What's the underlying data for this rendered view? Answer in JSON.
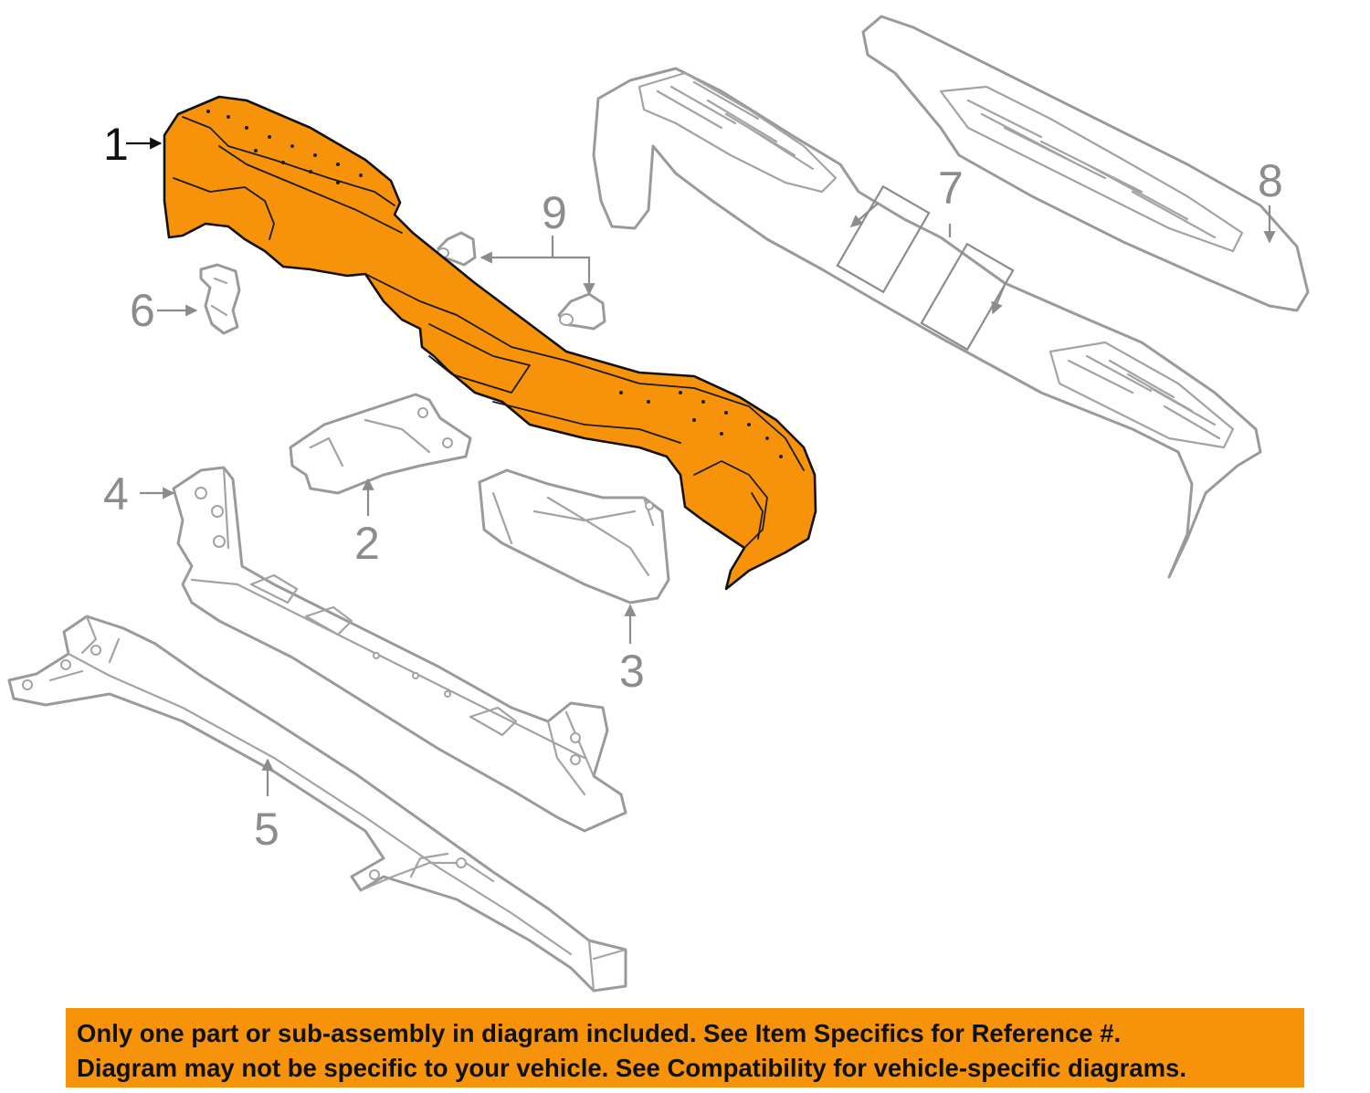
{
  "callouts": {
    "c1": "1",
    "c2": "2",
    "c3": "3",
    "c4": "4",
    "c5": "5",
    "c6": "6",
    "c7": "7",
    "c8": "8",
    "c9": "9"
  },
  "highlight_color": "#f7930b",
  "notice": {
    "line1": "Only one part or sub-assembly in diagram included. See Item Specifics for Reference #.",
    "line2": "Diagram may not be specific to your vehicle. See Compatibility for vehicle-specific diagrams."
  }
}
